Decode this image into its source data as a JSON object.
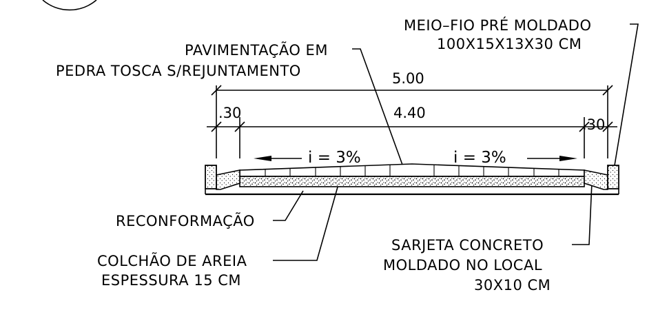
{
  "labels": {
    "curb": [
      "MEIO–FIO PRÉ MOLDADO",
      "100X15X13X30 CM"
    ],
    "paving": [
      "PAVIMENTAÇÃO EM",
      "PEDRA TOSCA S/REJUNTAMENTO"
    ],
    "reshaping": "RECONFORMAÇÃO",
    "sand": [
      "COLCHÃO DE AREIA",
      "ESPESSURA 15 CM"
    ],
    "gutter": [
      "SARJETA CONCRETO",
      "MOLDADO NO LOCAL",
      "30X10 CM"
    ]
  },
  "dimensions": {
    "total": "5.00",
    "middle": "4.40",
    "left": ".30",
    "right": ".30"
  },
  "slopes": {
    "left": "i = 3%",
    "right": "i = 3%"
  }
}
